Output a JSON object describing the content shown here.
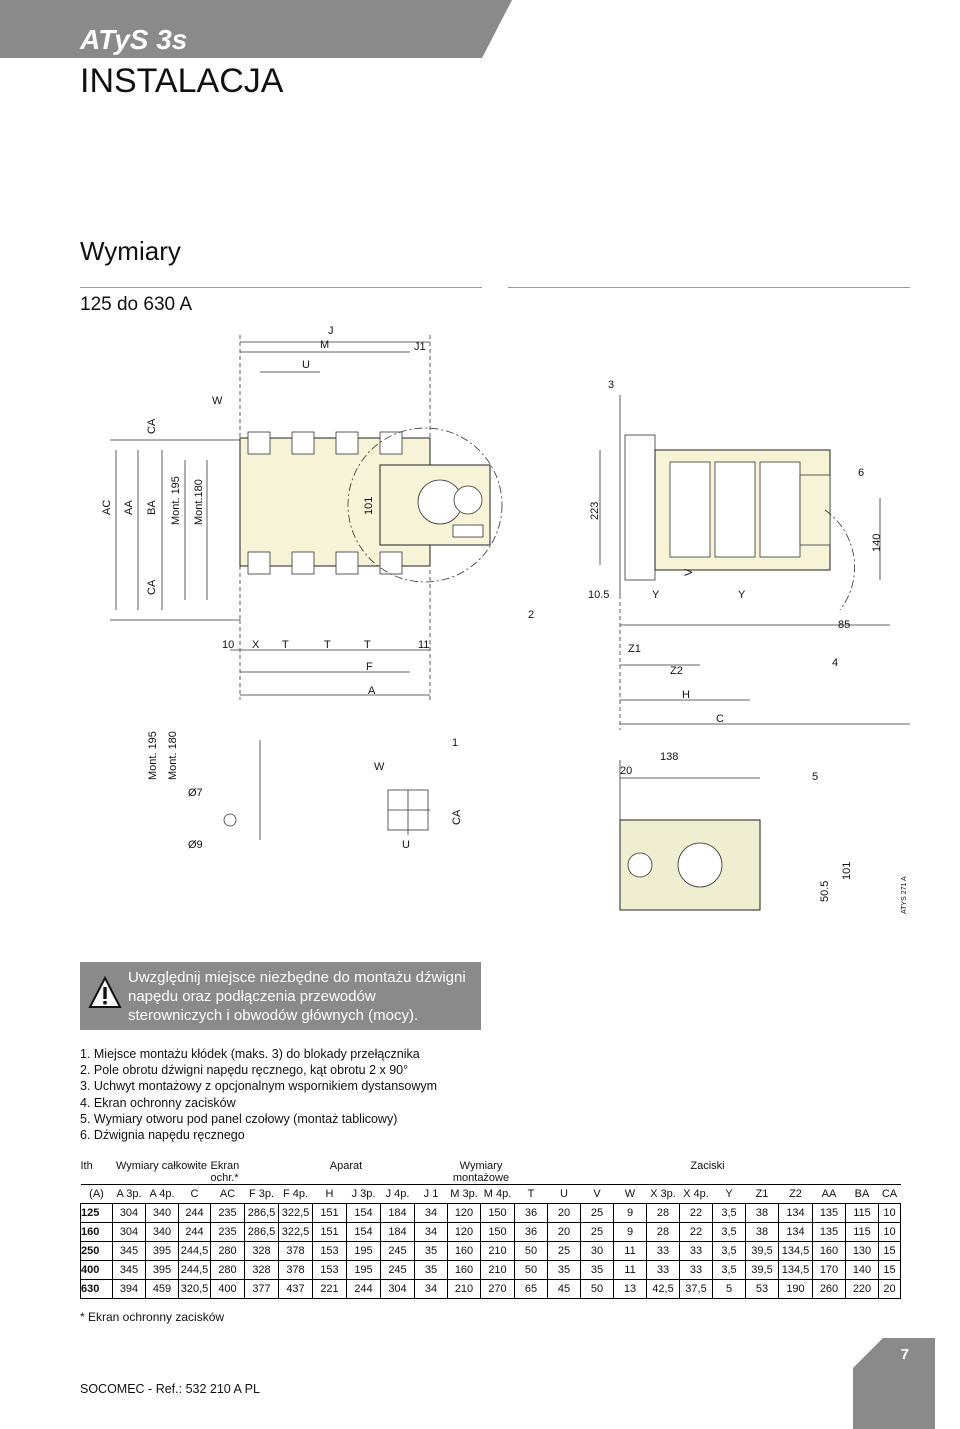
{
  "header": {
    "brand": "ATyS 3s",
    "title": "INSTALACJA"
  },
  "section": {
    "title": "Wymiary",
    "range": "125 do 630 A"
  },
  "drawing_labels": {
    "front": [
      "J",
      "M",
      "J1",
      "U",
      "W",
      "CA",
      "AC",
      "AA",
      "BA",
      "Mont. 195",
      "Mont.180",
      "101",
      "CA",
      "10",
      "X",
      "T",
      "T",
      "T",
      "11",
      "F",
      "A"
    ],
    "side": [
      "3",
      "223",
      "6",
      "140",
      "10.5",
      "Y",
      "V",
      "Y",
      "2",
      "85",
      "Z1",
      "Z2",
      "4",
      "H",
      "C"
    ],
    "cutout": [
      "Mont. 195",
      "Mont. 180",
      "Ø7",
      "Ø9",
      "W",
      "1",
      "CA",
      "U",
      "20",
      "138",
      "5",
      "50.5",
      "101",
      "ATYS 271 A"
    ]
  },
  "warning": {
    "icon": "exclamation-triangle-icon",
    "text": "Uwzględnij miejsce niezbędne do montażu dźwigni napędu oraz podłączenia przewodów sterowniczych i obwodów głównych (mocy)."
  },
  "notes": [
    "1. Miejsce montażu kłódek (maks. 3) do blokady przełącznika",
    "2. Pole obrotu dźwigni napędu ręcznego, kąt obrotu 2 x 90°",
    "3. Uchwyt montażowy z opcjonalnym wspornikiem dystansowym",
    "4. Ekran ochronny zacisków",
    "5. Wymiary otworu pod panel czołowy (montaż tablicowy)",
    "6. Dźwignia napędu ręcznego"
  ],
  "table": {
    "group_headers": [
      "Ith",
      "Wymiary całkowite",
      "Ekran ochr.*",
      "Aparat",
      "Wymiary montażowe",
      "Zaciski"
    ],
    "columns": [
      "(A)",
      "A 3p.",
      "A 4p.",
      "C",
      "AC",
      "F 3p.",
      "F 4p.",
      "H",
      "J 3p.",
      "J 4p.",
      "J 1",
      "M 3p.",
      "M 4p.",
      "T",
      "U",
      "V",
      "W",
      "X 3p.",
      "X 4p.",
      "Y",
      "Z1",
      "Z2",
      "AA",
      "BA",
      "CA"
    ],
    "rows": [
      [
        "125",
        "304",
        "340",
        "244",
        "235",
        "286,5",
        "322,5",
        "151",
        "154",
        "184",
        "34",
        "120",
        "150",
        "36",
        "20",
        "25",
        "9",
        "28",
        "22",
        "3,5",
        "38",
        "134",
        "135",
        "115",
        "10"
      ],
      [
        "160",
        "304",
        "340",
        "244",
        "235",
        "286,5",
        "322,5",
        "151",
        "154",
        "184",
        "34",
        "120",
        "150",
        "36",
        "20",
        "25",
        "9",
        "28",
        "22",
        "3,5",
        "38",
        "134",
        "135",
        "115",
        "10"
      ],
      [
        "250",
        "345",
        "395",
        "244,5",
        "280",
        "328",
        "378",
        "153",
        "195",
        "245",
        "35",
        "160",
        "210",
        "50",
        "25",
        "30",
        "11",
        "33",
        "33",
        "3,5",
        "39,5",
        "134,5",
        "160",
        "130",
        "15"
      ],
      [
        "400",
        "345",
        "395",
        "244,5",
        "280",
        "328",
        "378",
        "153",
        "195",
        "245",
        "35",
        "160",
        "210",
        "50",
        "35",
        "35",
        "11",
        "33",
        "33",
        "3,5",
        "39,5",
        "134,5",
        "170",
        "140",
        "15"
      ],
      [
        "630",
        "394",
        "459",
        "320,5",
        "400",
        "377",
        "437",
        "221",
        "244",
        "304",
        "34",
        "210",
        "270",
        "65",
        "45",
        "50",
        "13",
        "42,5",
        "37,5",
        "5",
        "53",
        "190",
        "260",
        "220",
        "20"
      ]
    ],
    "footnote": "* Ekran ochronny zacisków"
  },
  "footer": {
    "ref": "SOCOMEC - Ref.: 532 210 A PL",
    "page": "7"
  },
  "colors": {
    "band": "#8a8a8a",
    "device_fill": "#f6f3d6",
    "cutout_fill": "#efeed0"
  }
}
